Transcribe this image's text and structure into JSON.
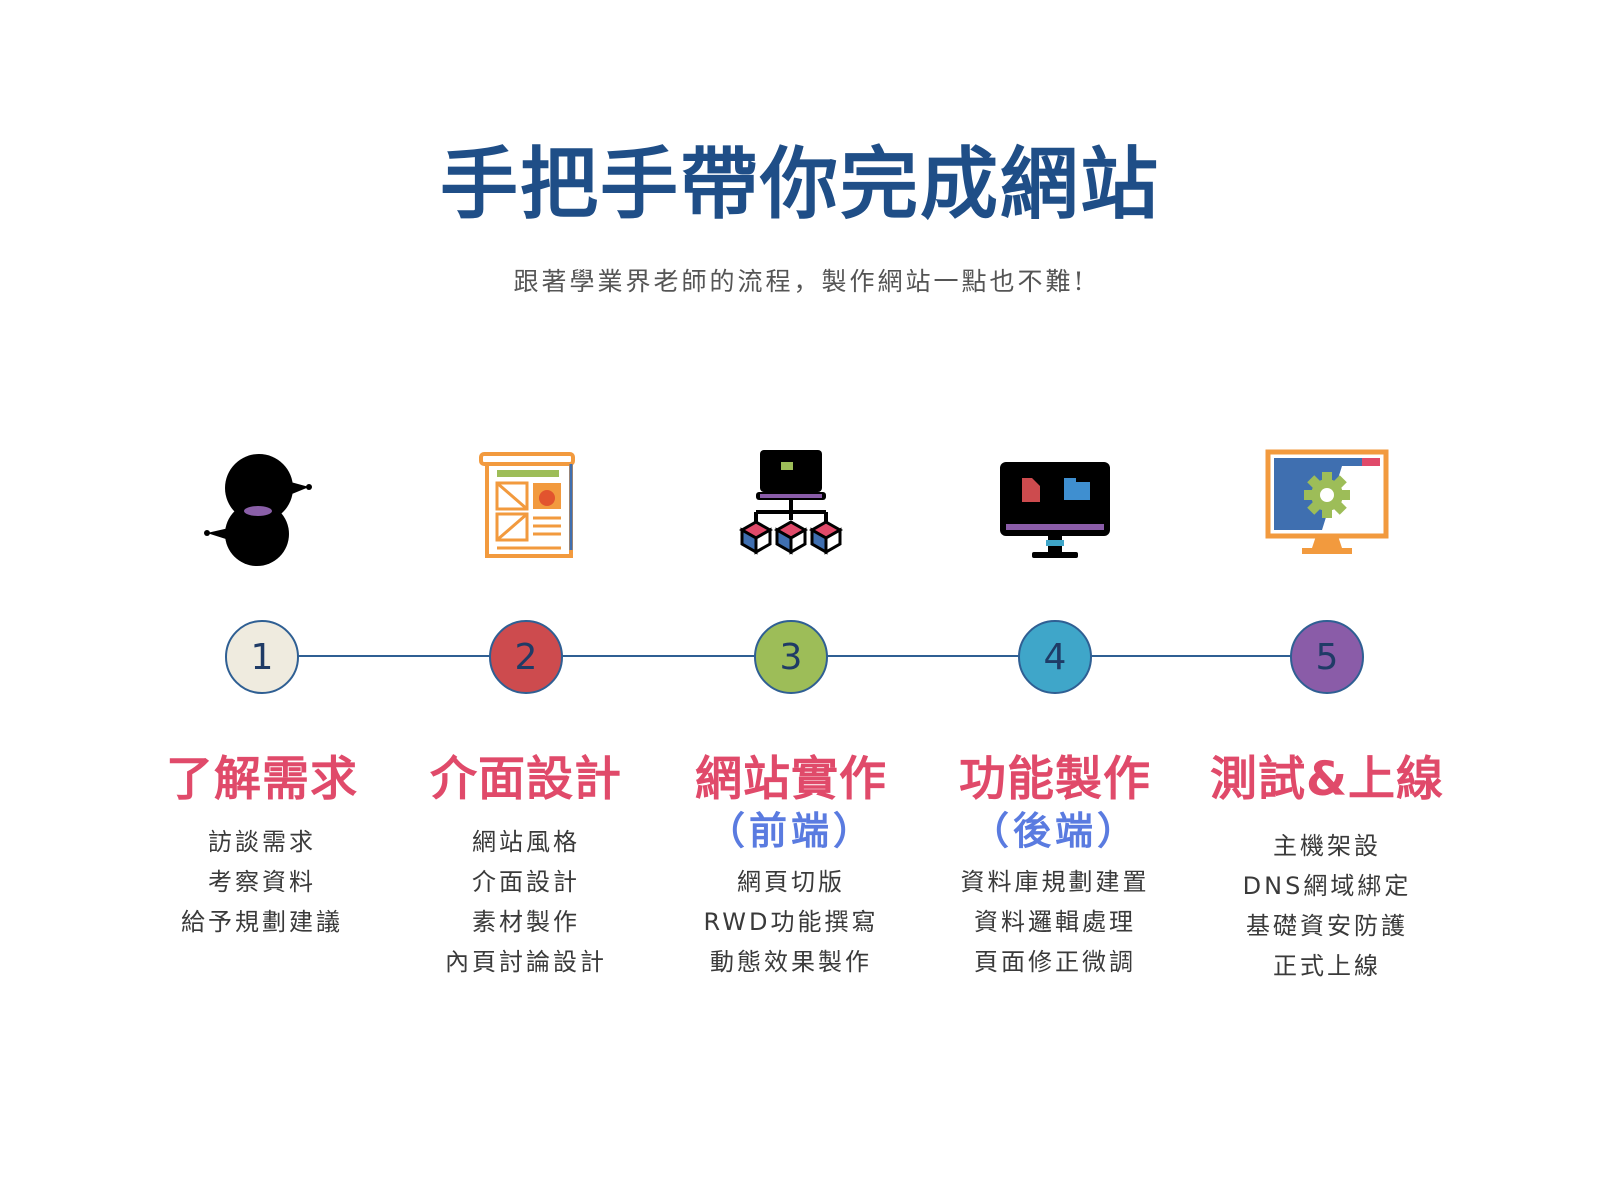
{
  "header": {
    "title": "手把手帶你完成網站",
    "subtitle": "跟著學業界老師的流程，製作網站一點也不難!"
  },
  "steps": [
    {
      "number": "1",
      "title": "了解需求",
      "subtitle": "",
      "items": [
        "訪談需求",
        "考察資料",
        "給予規劃建議"
      ],
      "circle_color": "#efebdf",
      "icon": "chat-bubbles-icon"
    },
    {
      "number": "2",
      "title": "介面設計",
      "subtitle": "",
      "items": [
        "網站風格",
        "介面設計",
        "素材製作",
        "內頁討論設計"
      ],
      "circle_color": "#cd4b4e",
      "icon": "newspaper-layout-icon"
    },
    {
      "number": "3",
      "title": "網站實作",
      "subtitle": "（前端）",
      "items": [
        "網頁切版",
        "RWD功能撰寫",
        "動態效果製作"
      ],
      "circle_color": "#9dbd58",
      "icon": "network-cubes-icon"
    },
    {
      "number": "4",
      "title": "功能製作",
      "subtitle": "（後端）",
      "items": [
        "資料庫規劃建置",
        "資料邏輯處理",
        "頁面修正微調"
      ],
      "circle_color": "#3fa6c9",
      "icon": "monitor-files-icon"
    },
    {
      "number": "5",
      "title": "測試&上線",
      "subtitle": "",
      "items": [
        "主機架設",
        "DNS網域綁定",
        "基礎資安防護",
        "正式上線"
      ],
      "circle_color": "#8a5ca8",
      "icon": "monitor-gear-icon"
    }
  ],
  "colors": {
    "title": "#1f4e87",
    "step_title": "#e04a6a",
    "step_subtitle": "#5a7be0",
    "timeline": "#2f5f93"
  }
}
